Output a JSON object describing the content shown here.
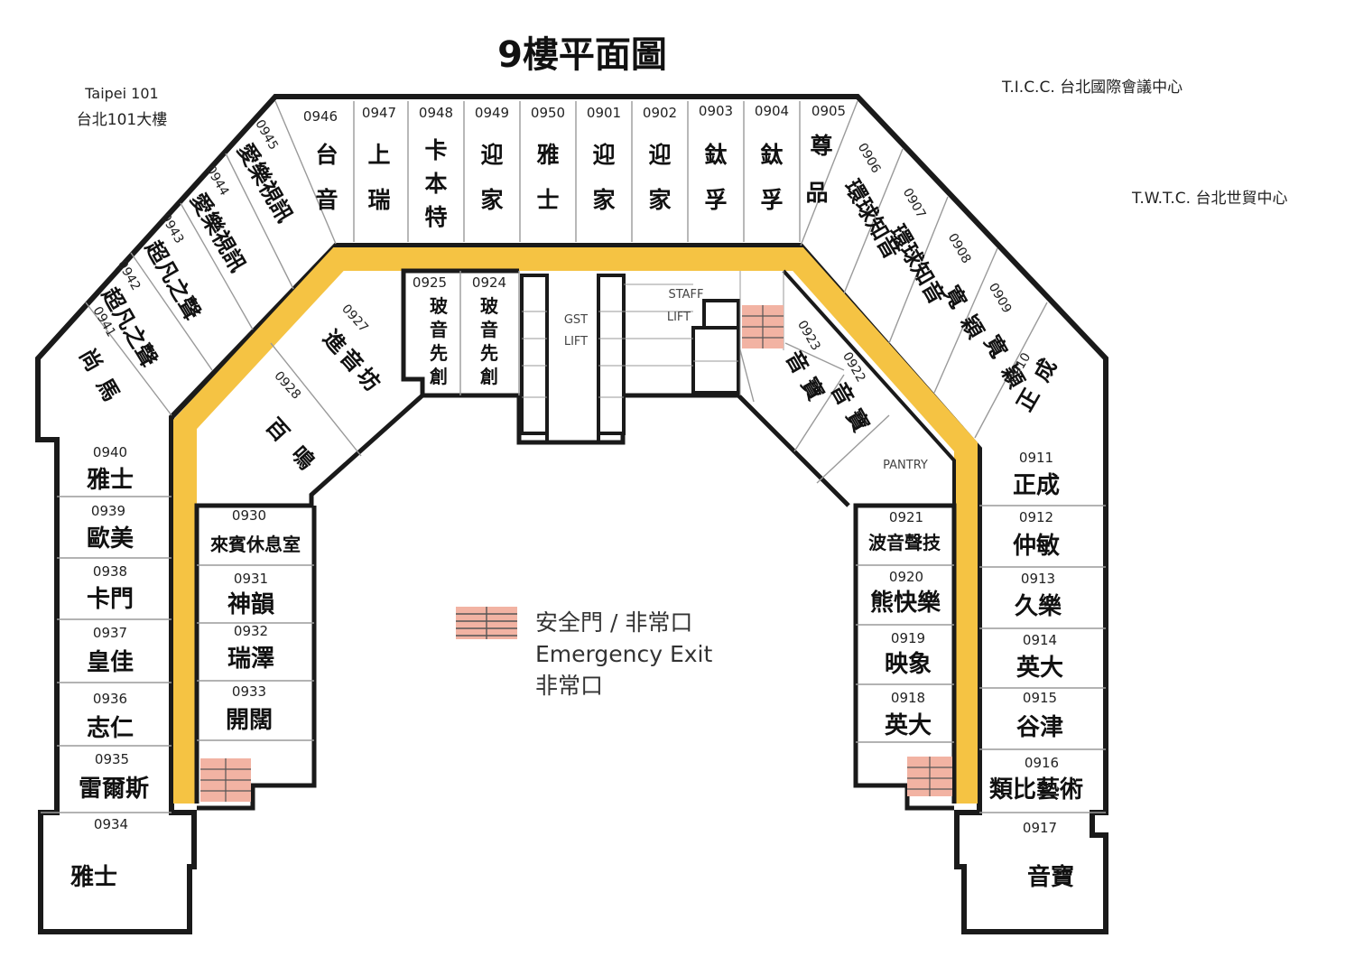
{
  "title": "9樓平面圖",
  "landmarks": {
    "taipei101_en": "Taipei  101",
    "taipei101_zh": "台北101大樓",
    "ticc": "T.I.C.C. 台北國際會議中心",
    "twtc": "T.W.T.C. 台北世貿中心"
  },
  "top_rooms": [
    {
      "num": "0946",
      "name": "台音"
    },
    {
      "num": "0947",
      "name": "上瑞"
    },
    {
      "num": "0948",
      "name": "卡本特"
    },
    {
      "num": "0949",
      "name": "迎家"
    },
    {
      "num": "0950",
      "name": "雅士"
    },
    {
      "num": "0901",
      "name": "迎家"
    },
    {
      "num": "0902",
      "name": "迎家"
    },
    {
      "num": "0903",
      "name": "鈦孚"
    },
    {
      "num": "0904",
      "name": "鈦孚"
    },
    {
      "num": "0905",
      "name": "尊品"
    }
  ],
  "left_diag_rooms": [
    {
      "num": "0945",
      "name": "愛樂視訊"
    },
    {
      "num": "0944",
      "name": "愛樂視訊"
    },
    {
      "num": "0943",
      "name": "超凡之聲"
    },
    {
      "num": "0942",
      "name": "超凡之聲"
    },
    {
      "num": "0941",
      "name": "尚馬"
    }
  ],
  "right_diag_rooms": [
    {
      "num": "0906",
      "name": "環球知音"
    },
    {
      "num": "0907",
      "name": "環球知音"
    },
    {
      "num": "0908",
      "name": "寬穎"
    },
    {
      "num": "0909",
      "name": "寬穎"
    },
    {
      "num": "0910",
      "name": "正成"
    }
  ],
  "left_outer_rooms": [
    {
      "num": "0940",
      "name": "雅士"
    },
    {
      "num": "0939",
      "name": "歐美"
    },
    {
      "num": "0938",
      "name": "卡門"
    },
    {
      "num": "0937",
      "name": "皇佳"
    },
    {
      "num": "0936",
      "name": "志仁"
    },
    {
      "num": "0935",
      "name": "雷爾斯"
    },
    {
      "num": "0934",
      "name": "雅士"
    }
  ],
  "right_outer_rooms": [
    {
      "num": "0911",
      "name": "正成"
    },
    {
      "num": "0912",
      "name": "仲敏"
    },
    {
      "num": "0913",
      "name": "久樂"
    },
    {
      "num": "0914",
      "name": "英大"
    },
    {
      "num": "0915",
      "name": "谷津"
    },
    {
      "num": "0916",
      "name": "類比藝術"
    },
    {
      "num": "0917",
      "name": "音寶"
    }
  ],
  "left_inner_rooms": [
    {
      "num": "0930",
      "name": "來賓休息室"
    },
    {
      "num": "0931",
      "name": "神韻"
    },
    {
      "num": "0932",
      "name": "瑞澤"
    },
    {
      "num": "0933",
      "name": "開闊"
    }
  ],
  "right_inner_rooms": [
    {
      "num": "0921",
      "name": "波音聲技"
    },
    {
      "num": "0920",
      "name": "熊快樂"
    },
    {
      "num": "0919",
      "name": "映象"
    },
    {
      "num": "0918",
      "name": "英大"
    }
  ],
  "inner_diag_rooms": [
    {
      "num": "0928",
      "name": "百鳴"
    },
    {
      "num": "0927",
      "name": "進音坊"
    },
    {
      "num": "0923",
      "name": "音寶"
    },
    {
      "num": "0922",
      "name": "音寶"
    }
  ],
  "core_rooms": [
    {
      "num": "0925",
      "name": "玻音先創"
    },
    {
      "num": "0924",
      "name": "玻音先創"
    }
  ],
  "core_labels": {
    "gst": "GST",
    "gst_lift": "LIFT",
    "staff": "STAFF",
    "staff_lift": "LIFT",
    "pantry": "PANTRY"
  },
  "legend": {
    "line1": "安全門 / 非常口",
    "line2": "Emergency Exit",
    "line3": "非常口"
  },
  "colors": {
    "corridor": "#f5c343",
    "wall": "#1a1a1a",
    "exit": "#f2b3a3"
  }
}
